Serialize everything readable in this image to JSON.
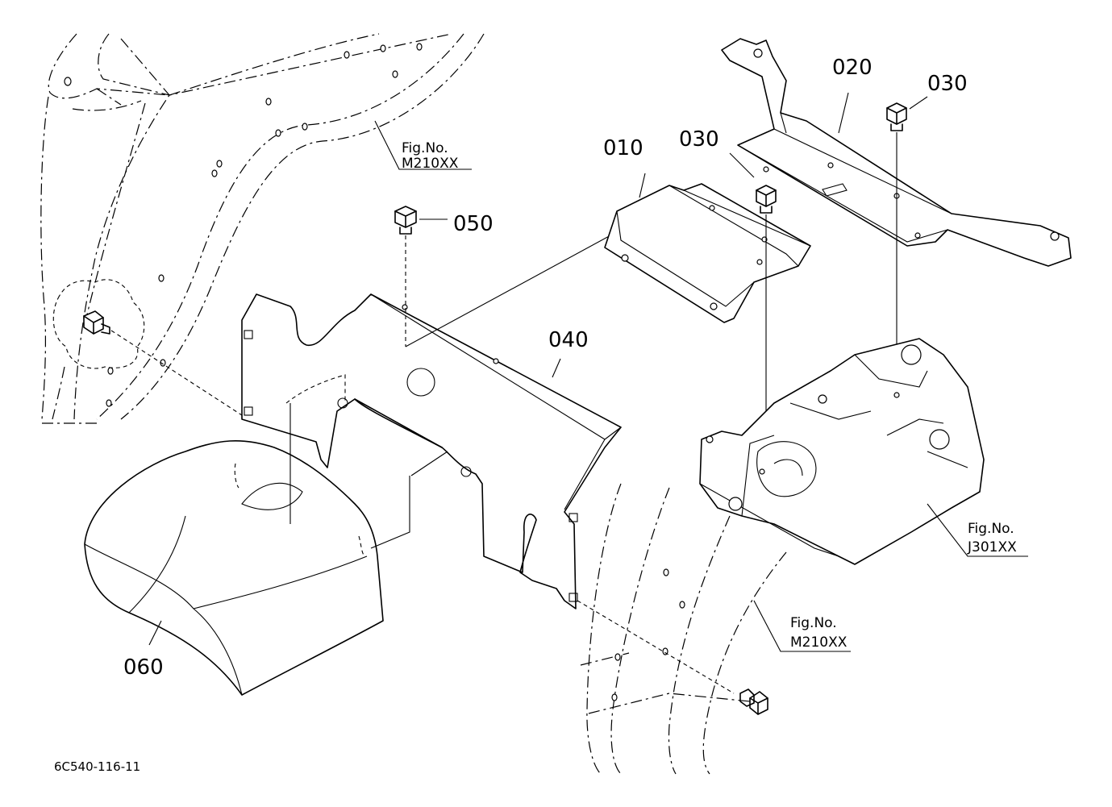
{
  "diagram": {
    "part_labels": {
      "p010": "010",
      "p020": "020",
      "p030a": "030",
      "p030b": "030",
      "p040": "040",
      "p050": "050",
      "p060": "060"
    },
    "figure_refs": {
      "ref_top_left": {
        "line1": "Fig.No.",
        "line2": "M210XX"
      },
      "ref_right": {
        "line1": "Fig.No.",
        "line2": "J301XX"
      },
      "ref_bottom": {
        "line1": "Fig.No.",
        "line2": "M210XX"
      }
    },
    "drawing_code": "6C540-116-11"
  }
}
